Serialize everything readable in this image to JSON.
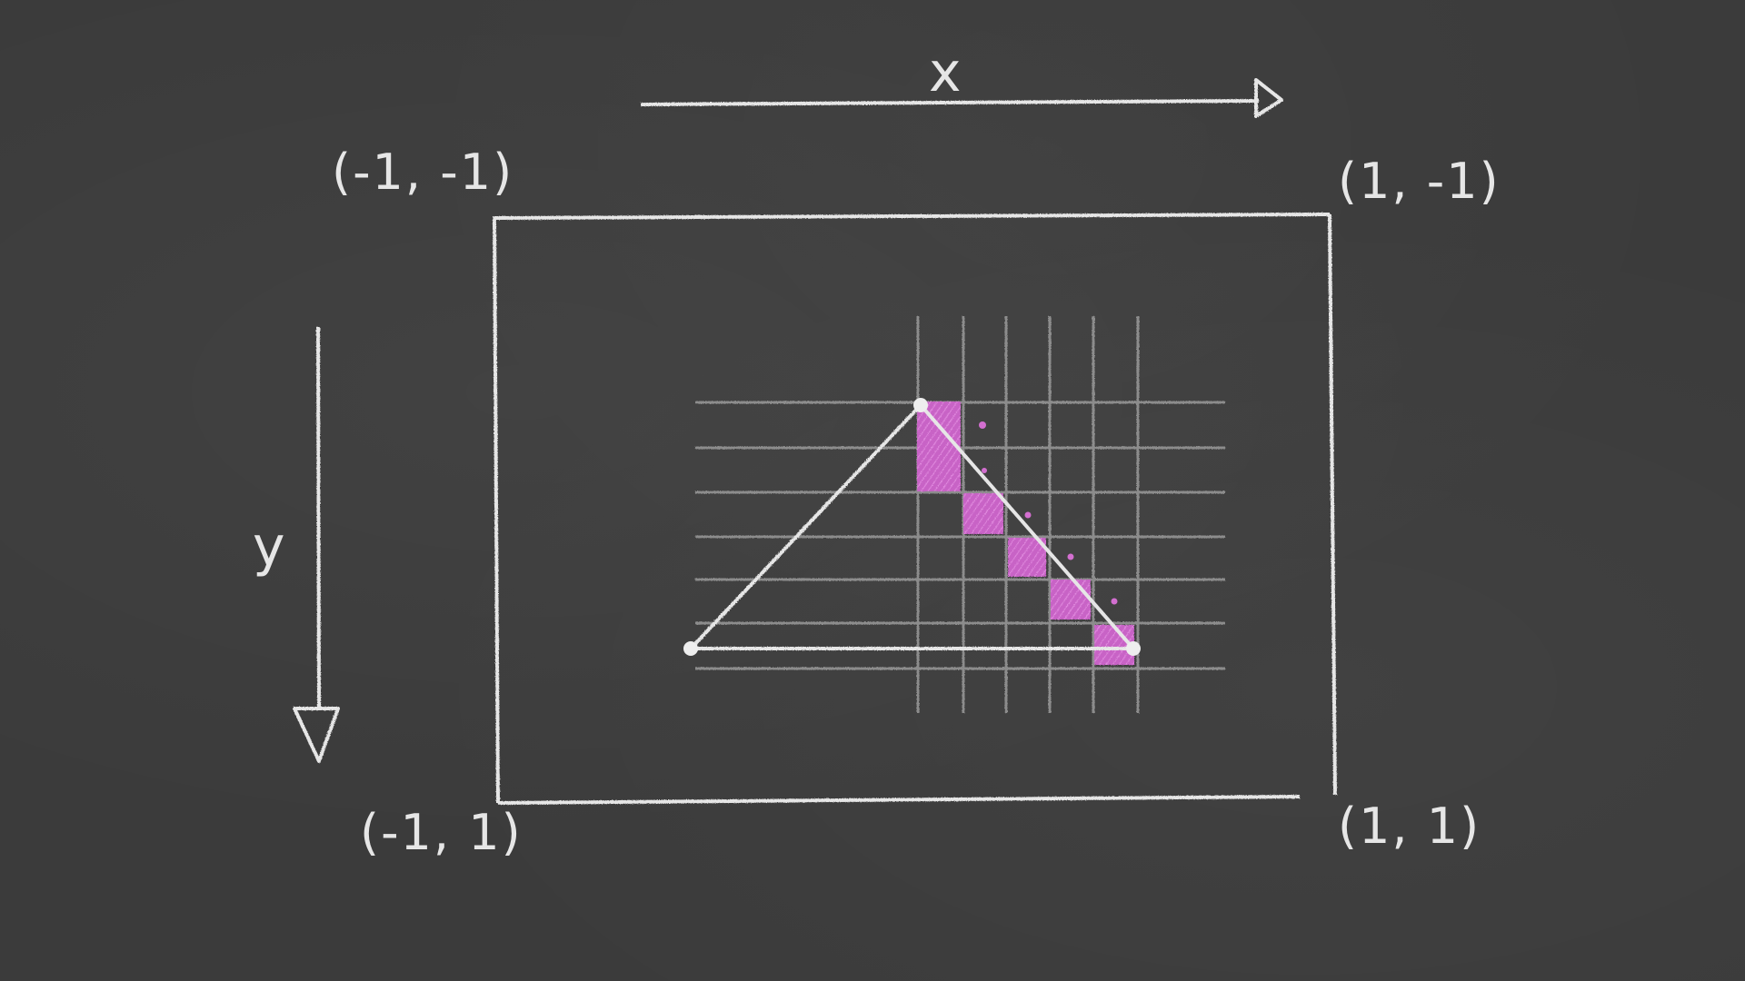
{
  "axes": {
    "x_label": "x",
    "y_label": "y"
  },
  "corners": {
    "top_left": "(-1, -1)",
    "top_right": "(1, -1)",
    "bottom_left": "(-1, 1)",
    "bottom_right": "(1, 1)"
  },
  "colors": {
    "board": "#3b3b3b",
    "chalk": "#e6e6e6",
    "grid": "#9a9a9a",
    "highlight": "#d36fd0"
  }
}
